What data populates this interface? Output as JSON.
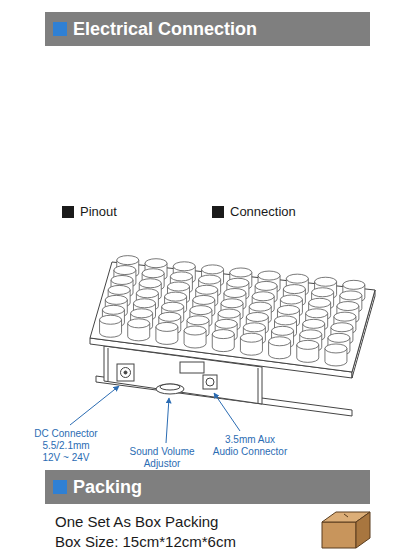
{
  "diagram": {
    "nodes": [
      {
        "text": [
          "Electrical  Connection"
        ]
      },
      {
        "text": [
          "Packing"
        ]
      }
    ],
    "labels": [
      "DC Connector",
      "5.5/2.1mm",
      "12V ~ 24V",
      "Sound Volume",
      "Adjustor",
      "3.5mm Aux",
      "Audio Connector",
      "One Set As Box Packing",
      "Box Size: 15cm*12cm*6cm"
    ],
    "legend": [
      {
        "text": "Pinout",
        "color": "#1a1a1a"
      },
      {
        "text": "Connection",
        "color": "#1a1a1a"
      }
    ]
  }
}
